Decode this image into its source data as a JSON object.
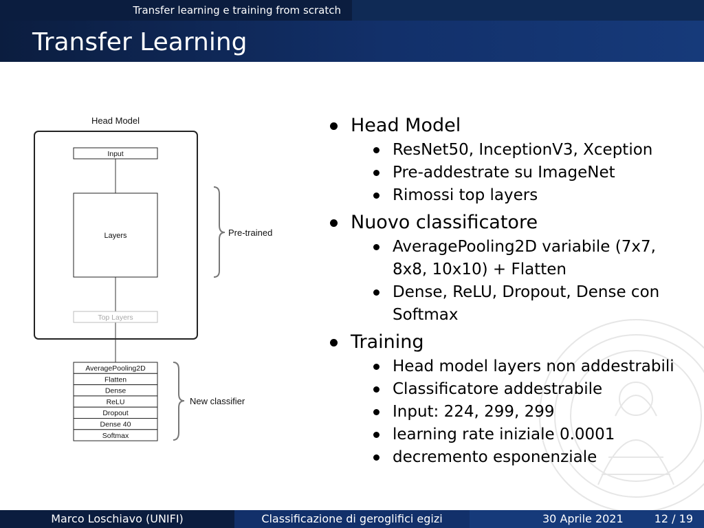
{
  "header": {
    "section": "Transfer learning e training from scratch",
    "title": "Transfer Learning"
  },
  "diagram": {
    "head_model_label": "Head Model",
    "input_label": "Input",
    "layers_label": "Layers",
    "top_layers_label": "Top Layers",
    "pretrained_label": "Pre-trained",
    "new_classifier_label": "New classifier",
    "classifier_layers": [
      "AveragePooling2D",
      "Flatten",
      "Dense",
      "ReLU",
      "Dropout",
      "Dense 40",
      "Softmax"
    ]
  },
  "bullets": [
    {
      "text": "Head Model",
      "sub": [
        "ResNet50, InceptionV3, Xception",
        "Pre-addestrate su ImageNet",
        "Rimossi top layers"
      ]
    },
    {
      "text": "Nuovo classificatore",
      "sub": [
        "AveragePooling2D variabile (7x7, 8x8, 10x10) + Flatten",
        "Dense, ReLU, Dropout, Dense con Softmax"
      ]
    },
    {
      "text": "Training",
      "sub": [
        "Head model layers non addestrabili",
        "Classificatore addestrabile",
        "Input: 224, 299, 299",
        "learning rate iniziale 0.0001",
        "decremento esponenziale"
      ]
    }
  ],
  "footer": {
    "author": "Marco Loschiavo  (UNIFI)",
    "talk": "Classificazione di geroglifici egizi",
    "date": "30 Aprile 2021",
    "page": "12 / 19"
  },
  "colors": {
    "navy_dark": "#0b1d3f",
    "navy_mid": "#12306a",
    "navy_light": "#163a7a"
  }
}
